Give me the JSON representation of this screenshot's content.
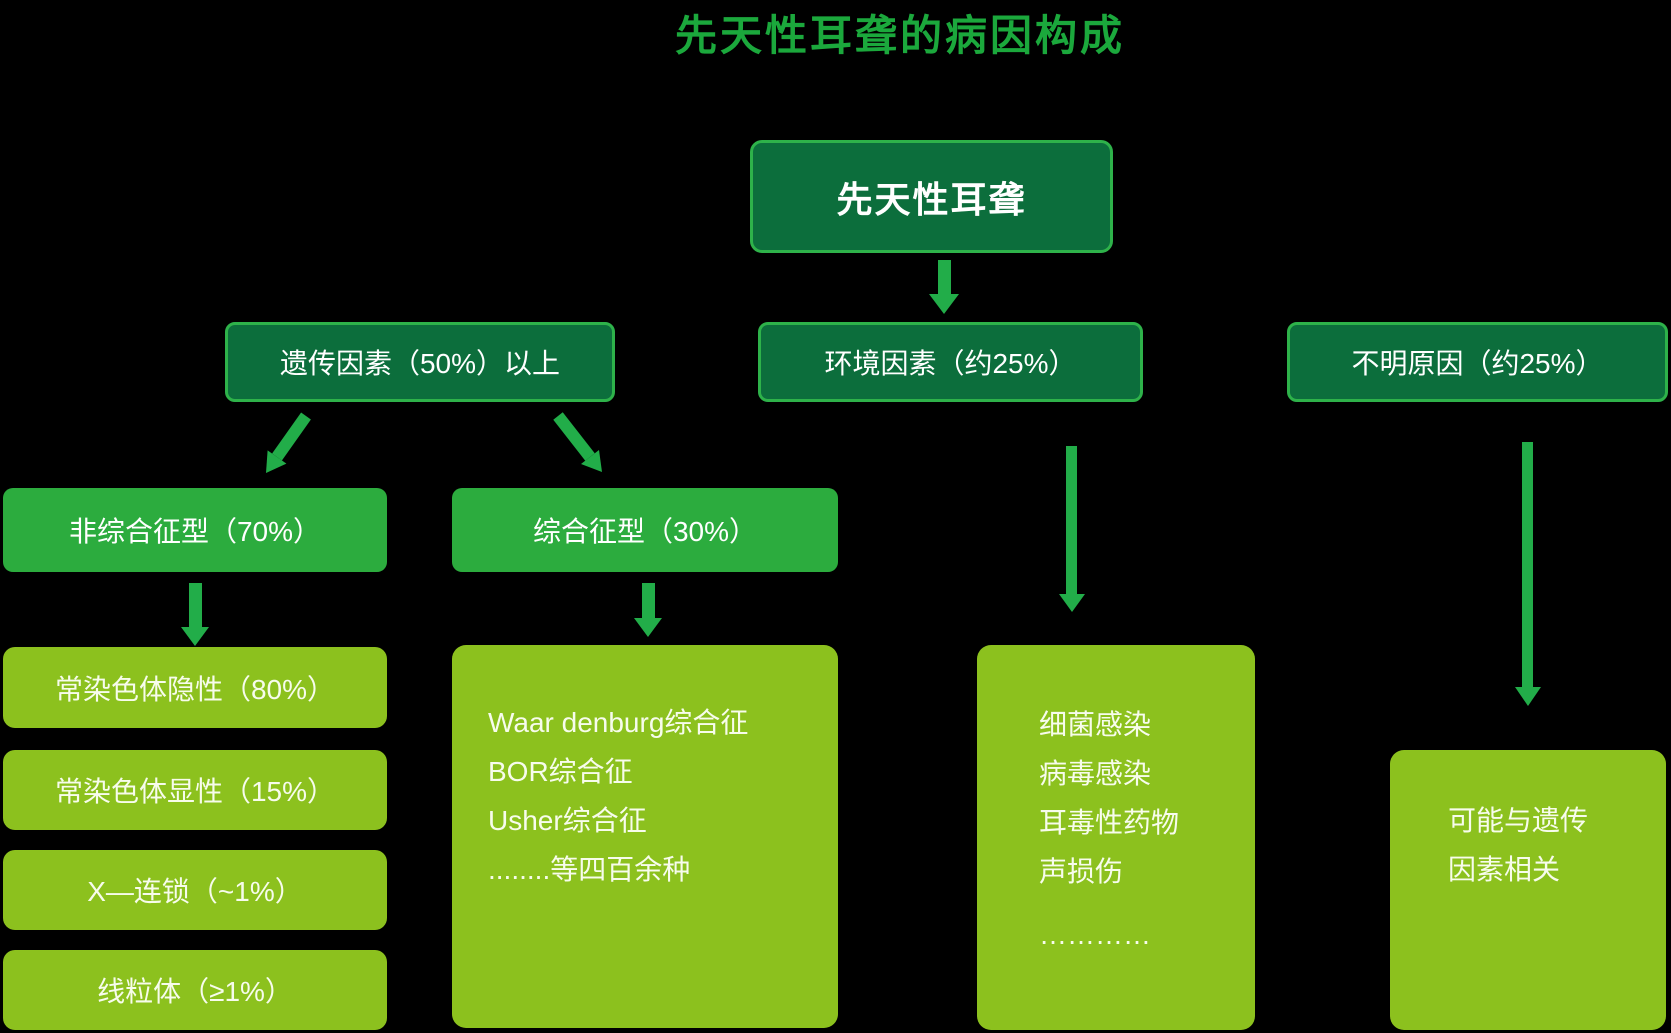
{
  "title": "先天性耳聋的病因构成",
  "colors": {
    "background": "#000000",
    "title_text": "#1ba83c",
    "node_dark_fill": "#0c6e3c",
    "node_dark_border": "#2eb24a",
    "node_mid_fill": "#2cac3e",
    "node_light_fill": "#8cc11e",
    "arrow": "#22ad49",
    "node_text": "#ffffff"
  },
  "nodes": {
    "root": {
      "label": "先天性耳聋"
    },
    "genetic": {
      "label": "遗传因素（50%）以上"
    },
    "environment": {
      "label": "环境因素（约25%）"
    },
    "unknown": {
      "label": "不明原因（约25%）"
    },
    "nonsyndromic": {
      "label": "非综合征型（70%）"
    },
    "syndromic": {
      "label": "综合征型（30%）"
    },
    "nonsyndromic_types": [
      {
        "label": "常染色体隐性（80%）"
      },
      {
        "label": "常染色体显性（15%）"
      },
      {
        "label": "X—连锁（~1%）"
      },
      {
        "label": "线粒体（≥1%）"
      }
    ],
    "syndromic_examples": {
      "lines": [
        "Waar denburg综合征",
        "BOR综合征",
        "Usher综合征",
        "........等四百余种"
      ]
    },
    "environment_causes": {
      "lines": [
        "细菌感染",
        "病毒感染",
        "耳毒性药物",
        "声损伤",
        "…………"
      ]
    },
    "unknown_note": {
      "lines": [
        "可能与遗传",
        "因素相关"
      ]
    }
  }
}
